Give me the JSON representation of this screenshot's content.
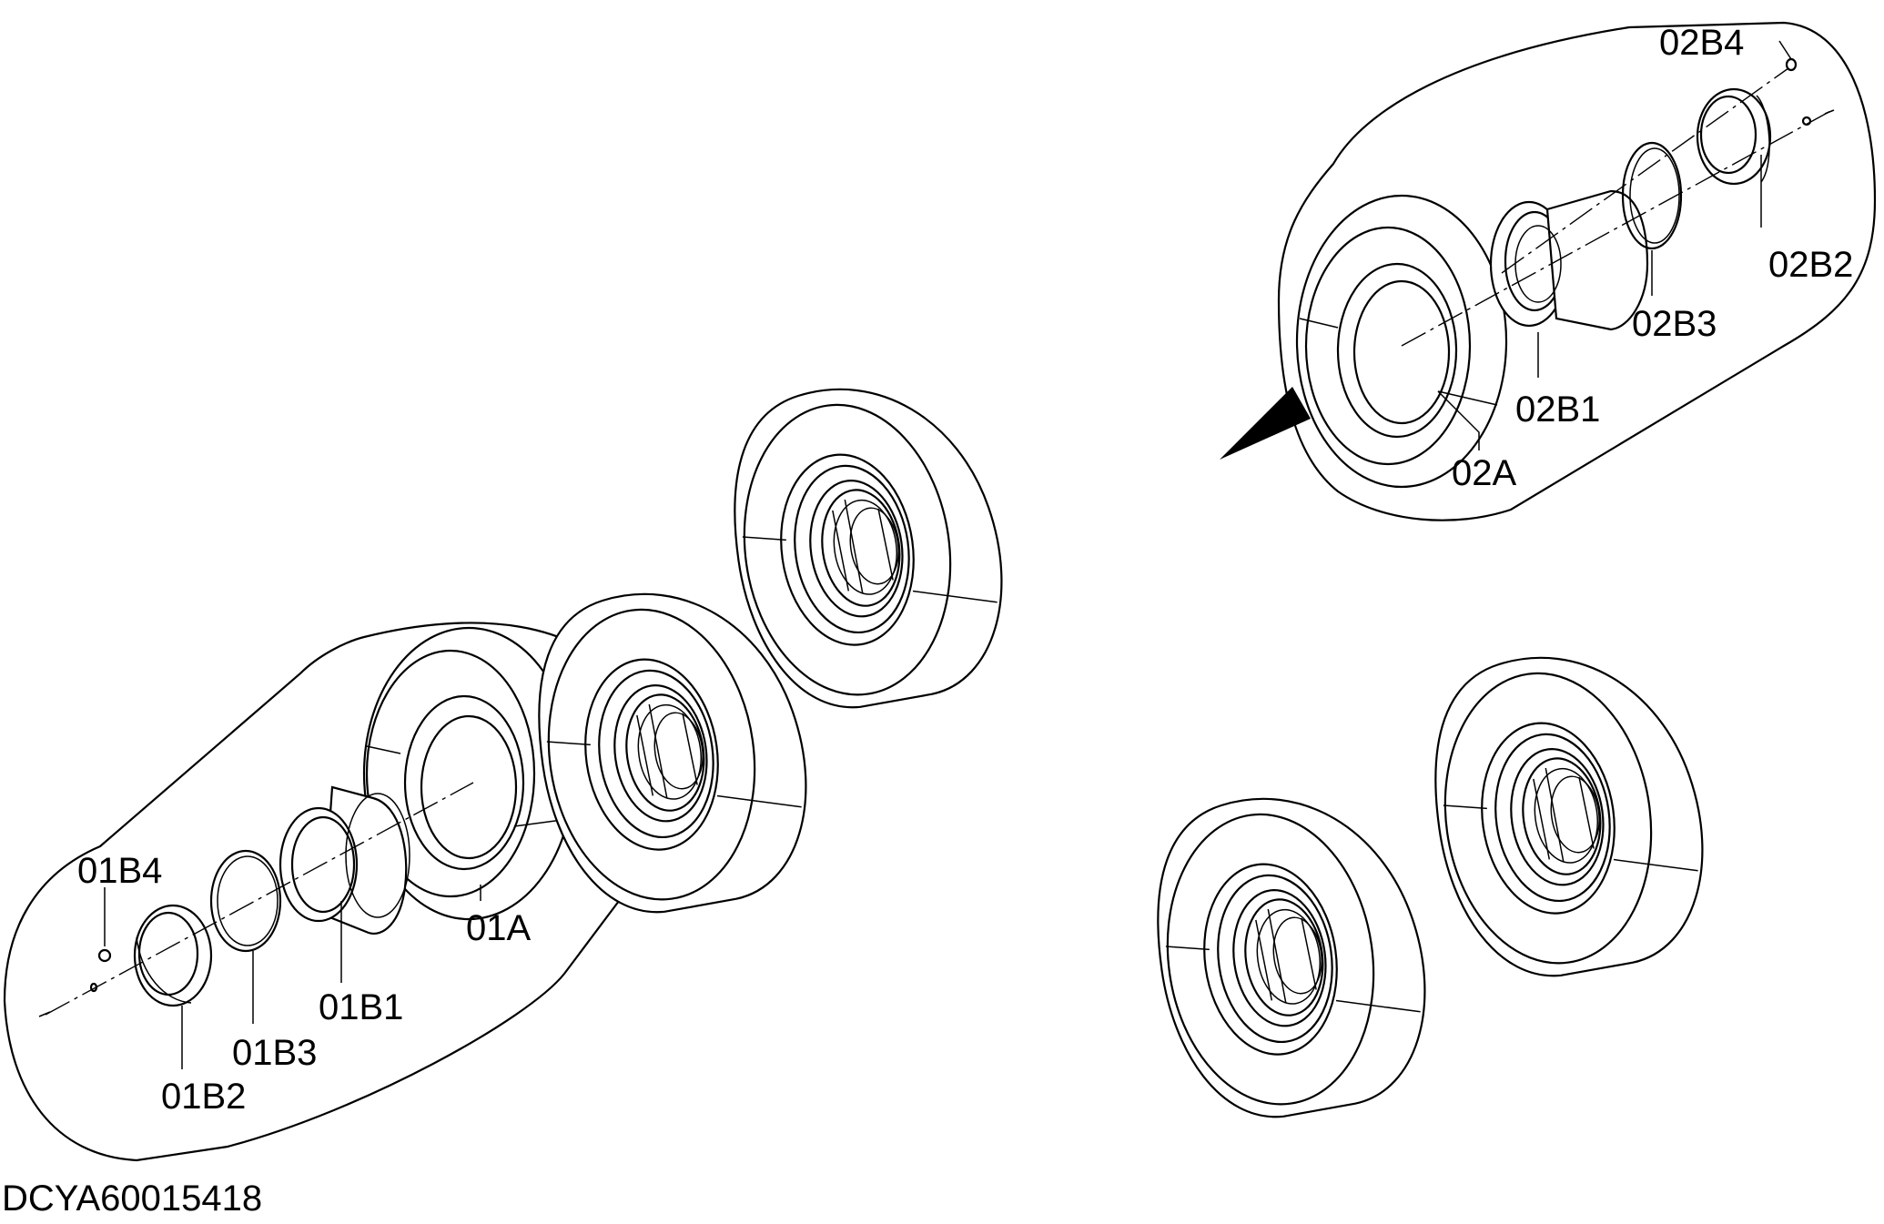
{
  "figure_code": "DCYA60015418",
  "callouts": {
    "c01A": "01A",
    "c01B1": "01B1",
    "c01B2": "01B2",
    "c01B3": "01B3",
    "c01B4": "01B4",
    "c02A": "02A",
    "c02B1": "02B1",
    "c02B2": "02B2",
    "c02B3": "02B3",
    "c02B4": "02B4"
  }
}
